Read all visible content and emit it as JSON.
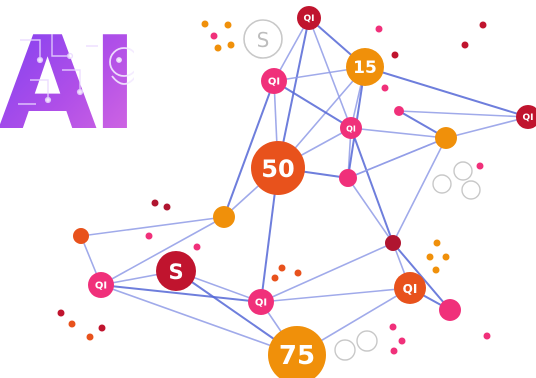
{
  "logo": {
    "text": "AI"
  },
  "colors": {
    "edge": "#5567d6",
    "edge_light": "#8f9be6",
    "crimson": "#c0142e",
    "pink": "#f0307a",
    "orange": "#f0900a",
    "red_orange": "#e8521c",
    "dark_red": "#b01530",
    "outline": "#c8c8c8"
  },
  "nodes": [
    {
      "id": "n1",
      "label": "QI",
      "style": "crimson"
    },
    {
      "id": "n2",
      "label": "15",
      "style": "orange"
    },
    {
      "id": "n3",
      "label": "QI",
      "style": "pink"
    },
    {
      "id": "n4",
      "label": "S",
      "style": "outline"
    },
    {
      "id": "n5",
      "label": "QI",
      "style": "pink"
    },
    {
      "id": "n6",
      "label": "QI",
      "style": "crimson"
    },
    {
      "id": "n7",
      "label": "50",
      "style": "red_orange"
    },
    {
      "id": "n8",
      "label": "",
      "style": "orange"
    },
    {
      "id": "n9",
      "label": "",
      "style": "pink"
    },
    {
      "id": "n10",
      "label": "",
      "style": "orange"
    },
    {
      "id": "n11",
      "label": "",
      "style": "red_orange"
    },
    {
      "id": "n12",
      "label": "S",
      "style": "crimson"
    },
    {
      "id": "n13",
      "label": "QI",
      "style": "pink"
    },
    {
      "id": "n14",
      "label": "QI",
      "style": "pink"
    },
    {
      "id": "n15",
      "label": "",
      "style": "dark_red"
    },
    {
      "id": "n16",
      "label": "QI",
      "style": "red_orange"
    },
    {
      "id": "n17",
      "label": "",
      "style": "pink"
    },
    {
      "id": "n18",
      "label": "75",
      "style": "orange"
    },
    {
      "id": "n19",
      "label": "",
      "style": "pink"
    }
  ]
}
